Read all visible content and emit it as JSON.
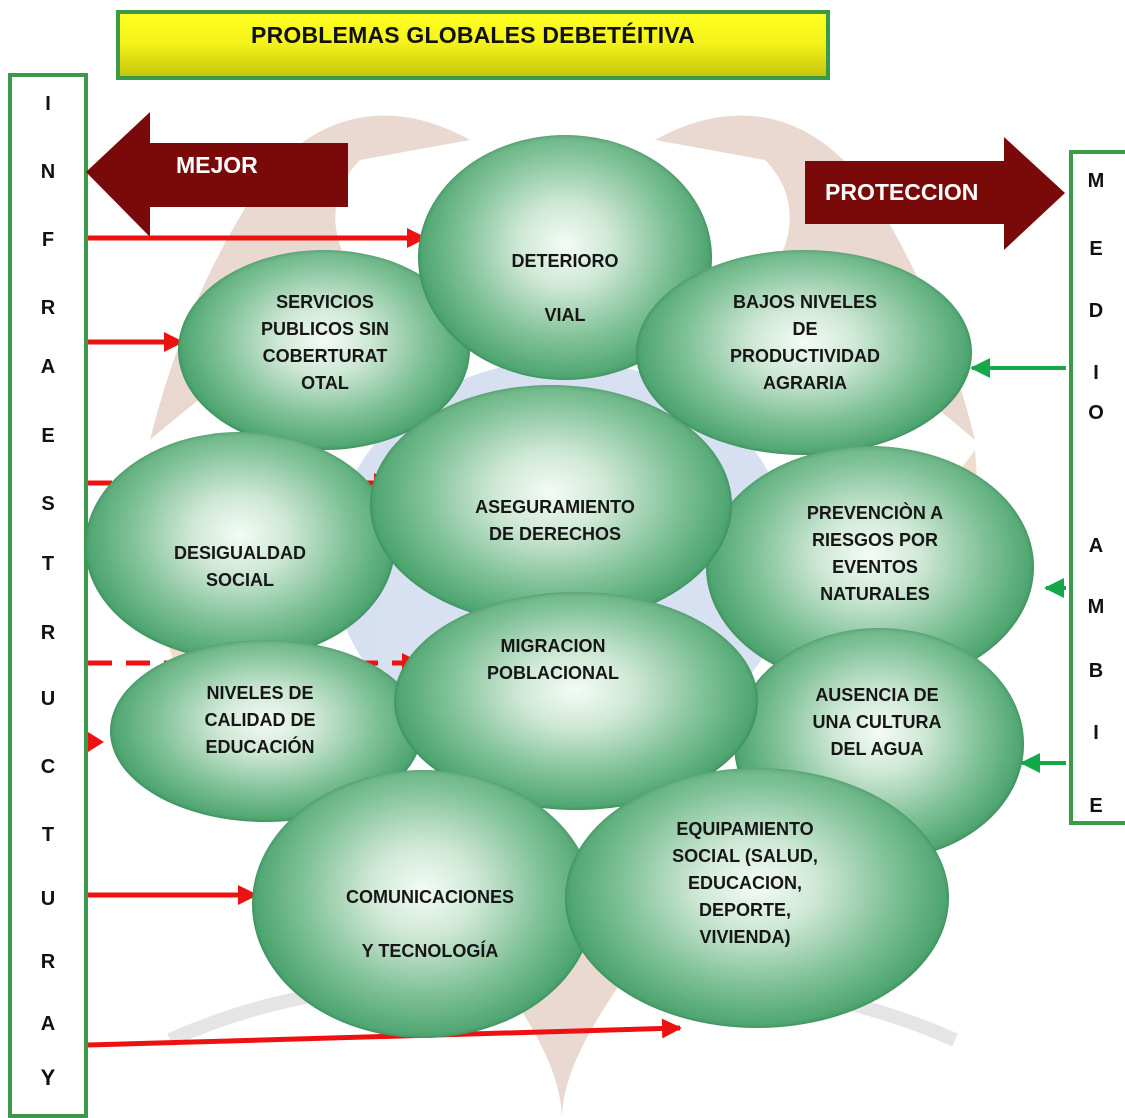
{
  "title": "PROBLEMAS GLOBALES DEBETÉITIVA",
  "left_vertical": {
    "letters": [
      "I",
      "N",
      "F",
      "R",
      "A",
      "E",
      "S",
      "T",
      "R",
      "U",
      "C",
      "T",
      "U",
      "R",
      "A",
      "Y"
    ]
  },
  "right_vertical": {
    "letters": [
      "M",
      "E",
      "D",
      "I",
      "O",
      "A",
      "M",
      "B",
      "I",
      "E"
    ]
  },
  "arrows": {
    "left_label": "MEJOR",
    "right_label": "PROTECCION"
  },
  "problems": {
    "deterioro": "DETERIORO\n\nVIAL",
    "servicios": "SERVICIOS\nPUBLICOS SIN\nCOBERTURAT\nOTAL",
    "bajos": "BAJOS NIVELES\nDE\nPRODUCTIVIDAD\nAGRARIA",
    "aseguramiento": "ASEGURAMIENTO\nDE DERECHOS",
    "desigualdad": "DESIGUALDAD\nSOCIAL",
    "prevencion": "PREVENCIÒN A\nRIESGOS POR\nEVENTOS\nNATURALES",
    "migracion": "MIGRACION\nPOBLACIONAL",
    "niveles": "NIVELES DE\nCALIDAD DE\nEDUCACIÓN",
    "ausencia": "AUSENCIA DE\nUNA CULTURA\nDEL AGUA",
    "comunicaciones": "COMUNICACIONES\n\nY TECNOLOGÍA",
    "equipamiento": "EQUIPAMIENTO\nSOCIAL (SALUD,\nEDUCACION,\nDEPORTE,\nVIVIENDA)"
  },
  "colors": {
    "title_bg": "#f4f41a",
    "border_green": "#3a9a4a",
    "arrow_dark_red": "#7a0a0a",
    "connector_red": "#ee1111",
    "connector_green": "#15a84a",
    "ellipse_green": "#2e8f57"
  }
}
